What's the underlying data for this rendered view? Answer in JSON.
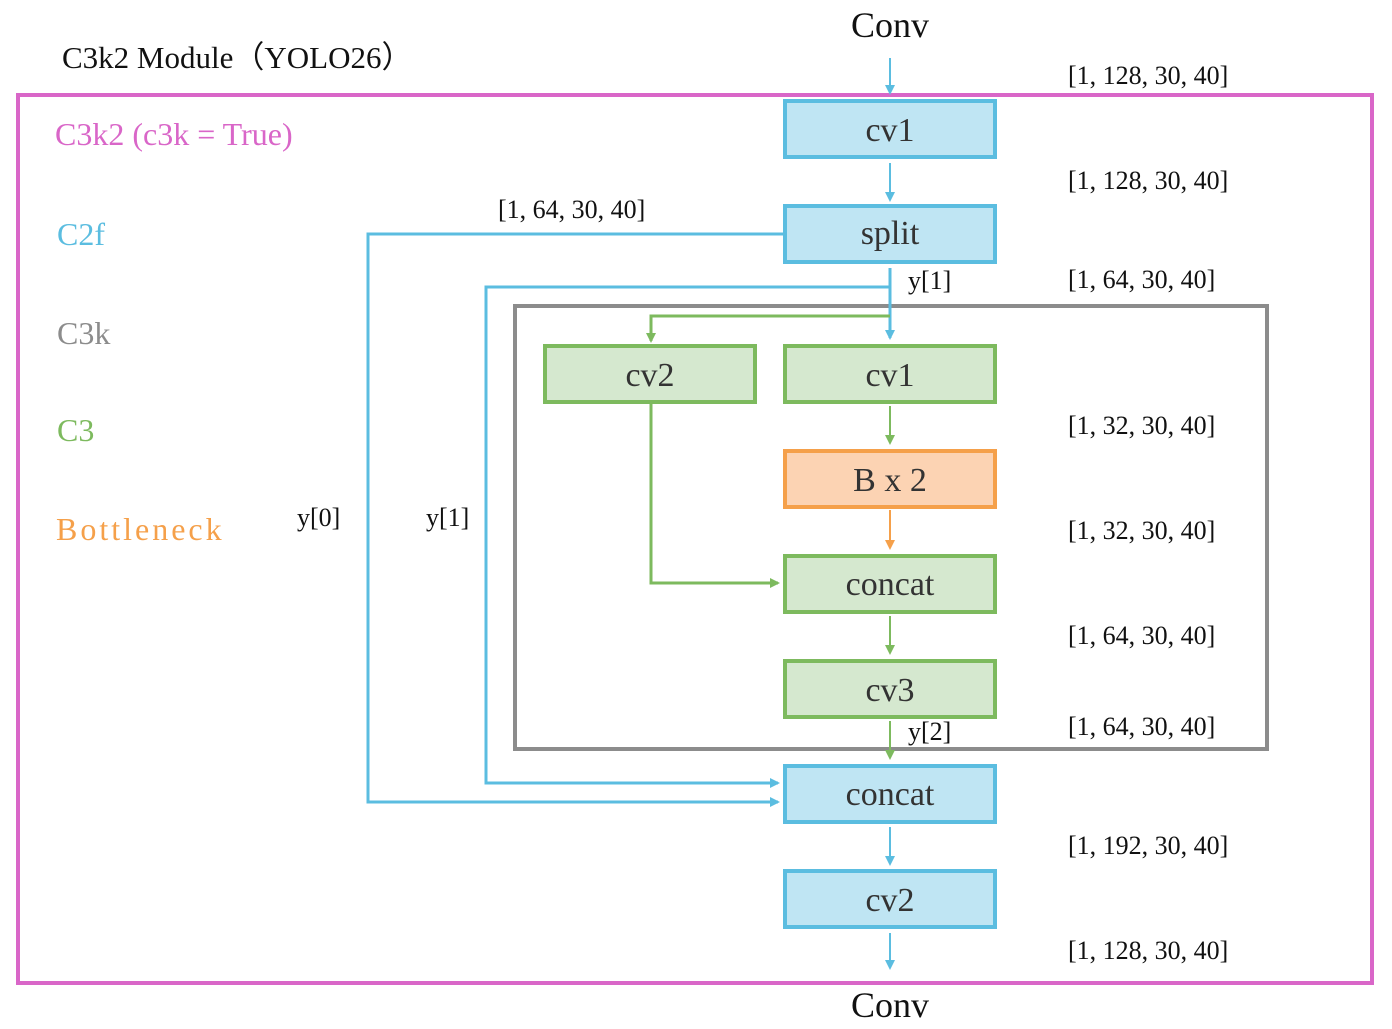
{
  "title": "C3k2 Module（YOLO26）",
  "io": {
    "input": "Conv",
    "output": "Conv"
  },
  "legend": [
    {
      "label": "C3k2 (c3k = True)",
      "color": "#d966c8"
    },
    {
      "label": "C2f",
      "color": "#5bbde0"
    },
    {
      "label": "C3k",
      "color": "#8c8c8c"
    },
    {
      "label": "C3",
      "color": "#7dba5e"
    },
    {
      "label": "Bottleneck",
      "color": "#f5a04a"
    }
  ],
  "nodes": {
    "cv1_outer": "cv1",
    "split": "split",
    "cv2_inner": "cv2",
    "cv1_inner": "cv1",
    "bottleneck": "B x 2",
    "concat_inner": "concat",
    "cv3": "cv3",
    "concat_outer": "concat",
    "cv2_outer": "cv2"
  },
  "shapes": {
    "input": "[1, 128, 30, 40]",
    "after_cv1": "[1, 128, 30, 40]",
    "split_y0": "[1, 64, 30, 40]",
    "split_y1": "[1, 64, 30, 40]",
    "after_cv1_inner": "[1, 32, 30, 40]",
    "after_bottleneck": "[1, 32, 30, 40]",
    "after_concat_inner": "[1, 64, 30, 40]",
    "after_cv3": "[1, 64, 30, 40]",
    "after_concat_outer": "[1, 192, 30, 40]",
    "output": "[1, 128, 30, 40]"
  },
  "branch_labels": {
    "y1_top": "y[1]",
    "y0": "y[0]",
    "y1_side": "y[1]",
    "y2": "y[2]"
  },
  "colors": {
    "c3k2": "#d966c8",
    "c2f": "#5bbde0",
    "c2f_fill": "#bfe5f3",
    "c3k": "#8c8c8c",
    "c3": "#7dba5e",
    "c3_fill": "#d5e8cf",
    "bottleneck": "#f5a04a",
    "bottleneck_fill": "#fcd3b3"
  }
}
